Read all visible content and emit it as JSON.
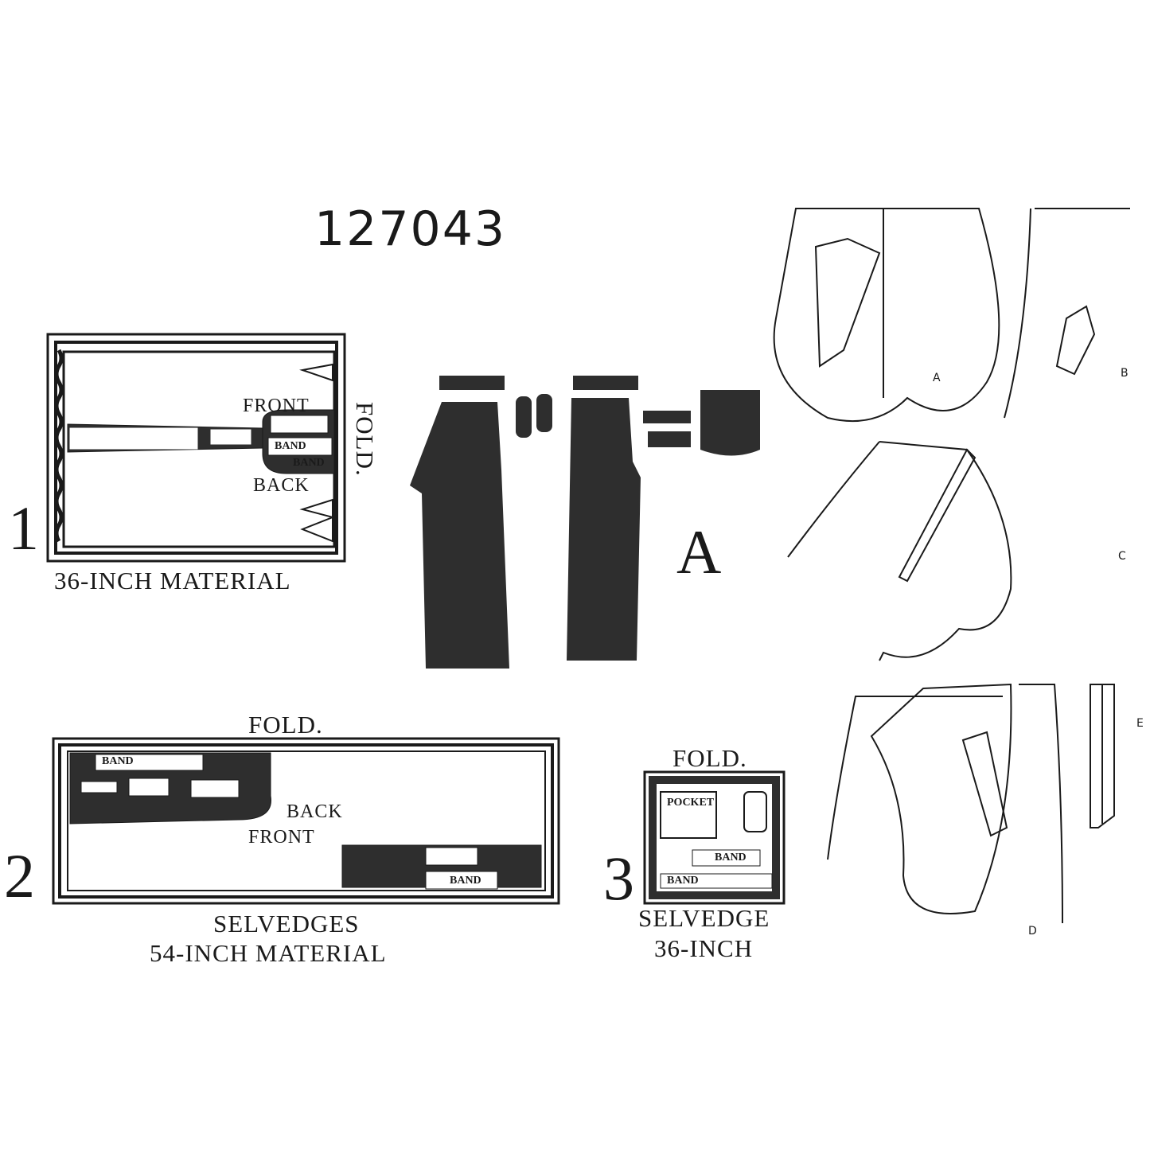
{
  "pattern_number": "127043",
  "layout1": {
    "number": "1",
    "caption": "36-INCH MATERIAL",
    "fold": "FOLD.",
    "pieces": [
      "FRONT",
      "BAND",
      "BAND",
      "BACK"
    ]
  },
  "layout2": {
    "number": "2",
    "fold": "FOLD.",
    "caption_line1": "SELVEDGES",
    "caption_line2": "54-INCH MATERIAL",
    "pieces": [
      "BAND",
      "BACK",
      "FRONT",
      "BAND"
    ]
  },
  "layout3": {
    "number": "3",
    "fold": "FOLD.",
    "caption_line1": "SELVEDGE",
    "caption_line2": "36-INCH",
    "pieces": [
      "POCKET",
      "BAND",
      "BAND"
    ]
  },
  "view_a": {
    "label": "A"
  },
  "details": {
    "a": "A",
    "b": "B",
    "c": "C",
    "d": "D",
    "e": "E"
  },
  "colors": {
    "ink": "#1a1a1a",
    "paper": "#ffffff",
    "fabric": "#2e2e2e"
  }
}
